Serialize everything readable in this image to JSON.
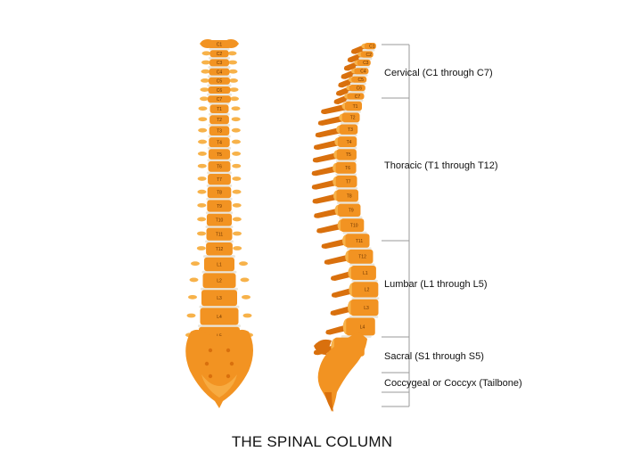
{
  "title": "THE SPINAL COLUMN",
  "colors": {
    "bone": "#f29322",
    "bone_dark": "#d9700d",
    "bone_light": "#f7b24a",
    "disc": "#eae6dc",
    "bracket": "#9a9a9a"
  },
  "regions": [
    {
      "id": "cervical",
      "label": "Cervical (C1 through C7)"
    },
    {
      "id": "thoracic",
      "label": "Thoracic (T1 through T12)"
    },
    {
      "id": "lumbar",
      "label": "Lumbar (L1 through L5)"
    },
    {
      "id": "sacral",
      "label": "Sacral (S1 through S5)"
    },
    {
      "id": "coccygeal",
      "label": "Coccygeal or Coccyx (Tailbone)"
    }
  ],
  "vertebrae": [
    "C1",
    "C2",
    "C3",
    "C4",
    "C5",
    "C6",
    "C7",
    "T1",
    "T2",
    "T3",
    "T4",
    "T5",
    "T6",
    "T7",
    "T8",
    "T9",
    "T10",
    "T11",
    "T12",
    "L1",
    "L2",
    "L3",
    "L4",
    "L5"
  ]
}
